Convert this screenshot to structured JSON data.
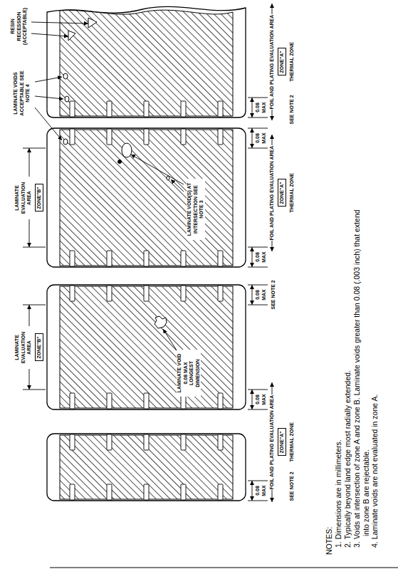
{
  "diagram": {
    "nodes": [
      {
        "text": [
          "ZONE\"B\""
        ]
      },
      {
        "text": [
          "ZONE\"A\""
        ]
      },
      {
        "text": [
          "ZONE\"B\""
        ]
      },
      {
        "text": [
          "ZONE\"A\""
        ]
      },
      {
        "text": [
          "ZONE\"A\""
        ]
      }
    ],
    "labels": [
      "LAMINATE EVALUATION AREA",
      "LAMINATE VOID 0.08 MAX LONGEST DIMENSION",
      "0.08 MAX",
      "SEE NOTE 2",
      "FOIL AND PLATING EVALUATION AREA",
      "THERMAL ZONE",
      "0.08 MAX",
      "0.08 MAX",
      "SEE NOTE 2",
      "LAMINATE EVALUATION AREA",
      "LAMINATE VOID(S) AT INTERSECTION SEE NOTE 3",
      "LAMINATE VOIDS ACCEPTABLE SEE NOTE 4",
      "RESIN RECESSION (ACCEPTABLE)",
      "0.08 MAX",
      "FOIL AND PLATING EVALUATION AREA",
      "THERMAL ZONE",
      "0.08 MAX",
      "0.08 MAX",
      "SEE NOTE 2",
      "FOIL AND PLATING EVALUATION AREA",
      "THERMAL ZONE",
      "NOTES:",
      "1. Dimensions are in millimeters.",
      "2. Typically beyond land edge most radially extended.",
      "3. Voids at intersection of zone A and zone B. Laminate voids greater than 0.08 (.003 inch) that extend into zone B are rejectable.",
      "4. Laminate voids are not evaluated in zone A."
    ]
  }
}
